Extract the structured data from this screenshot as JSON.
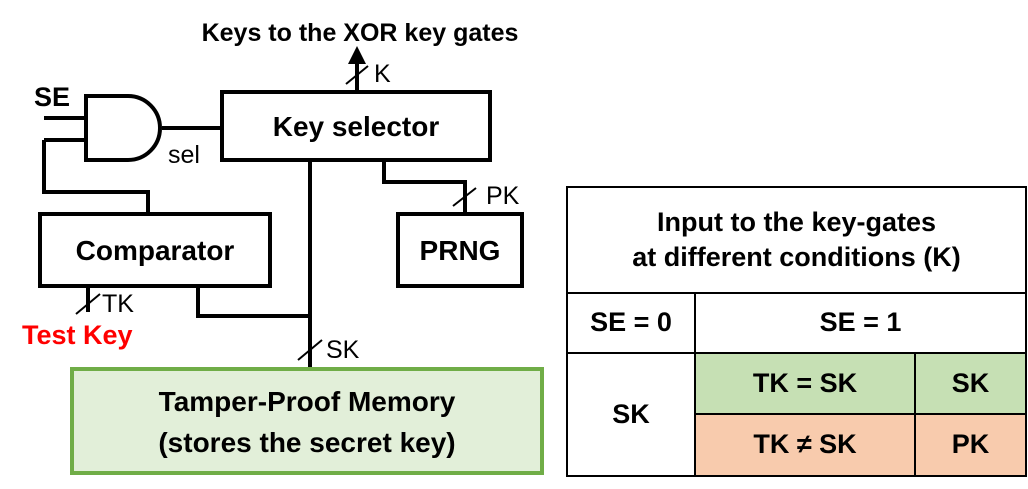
{
  "diagram": {
    "title_top": "Keys to the XOR key gates",
    "se_label": "SE",
    "k_bus_label": "K",
    "sel_label": "sel",
    "pk_bus_label": "PK",
    "tk_bus_label": "TK",
    "sk_bus_label": "SK",
    "test_key_label": "Test Key",
    "key_selector": "Key selector",
    "comparator": "Comparator",
    "prng": "PRNG",
    "memory_line1": "Tamper-Proof Memory",
    "memory_line2": "(stores the secret key)",
    "colors": {
      "test_key": "#ff0000",
      "memory_fill": "#e2efd9",
      "memory_border": "#70ad47",
      "green_cell": "#c6e0b4",
      "orange_cell": "#f8cbad"
    }
  },
  "table": {
    "title_line1": "Input to the key-gates",
    "title_line2": "at different conditions (K)",
    "se0_header": "SE = 0",
    "se1_header": "SE = 1",
    "se0_value": "SK",
    "row_match_condition": "TK = SK",
    "row_match_value": "SK",
    "row_mismatch_condition": "TK ≠ SK",
    "row_mismatch_value": "PK"
  }
}
